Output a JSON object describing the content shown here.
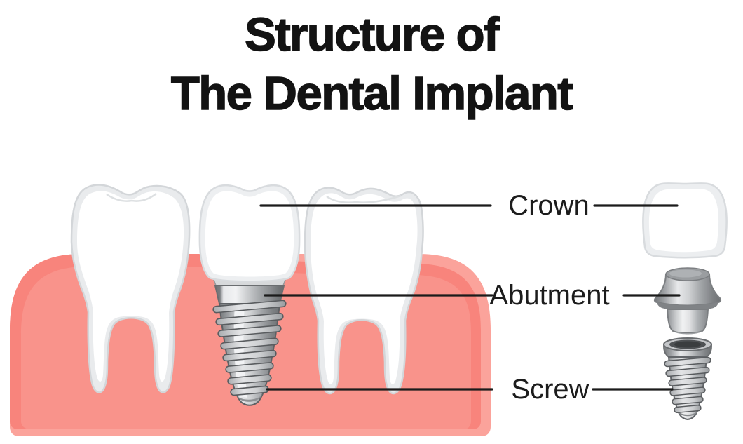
{
  "title": {
    "line1": "Structure of",
    "line2": "The Dental Implant"
  },
  "labels": {
    "crown": "Crown",
    "abutment": "Abutment",
    "screw": "Screw"
  },
  "figure": {
    "type": "labeled-anatomy-diagram",
    "subject": "dental implant in gum between two molars with exploded implant parts",
    "parts": [
      "crown",
      "abutment",
      "screw"
    ],
    "colors": {
      "background": "#FFFFFF",
      "gum_light": "#FBA39B",
      "gum_dark": "#F8847C",
      "gum_mid": "#F9938B",
      "tooth_white": "#FFFFFF",
      "tooth_rim": "#E9EBED",
      "tooth_outline": "#D3D6D9",
      "metal_bright": "#F1F2F3",
      "metal_mid": "#B9BCBF",
      "metal_dark": "#6E7174",
      "connector_line": "#1B1B1B",
      "text": "#131313"
    }
  }
}
